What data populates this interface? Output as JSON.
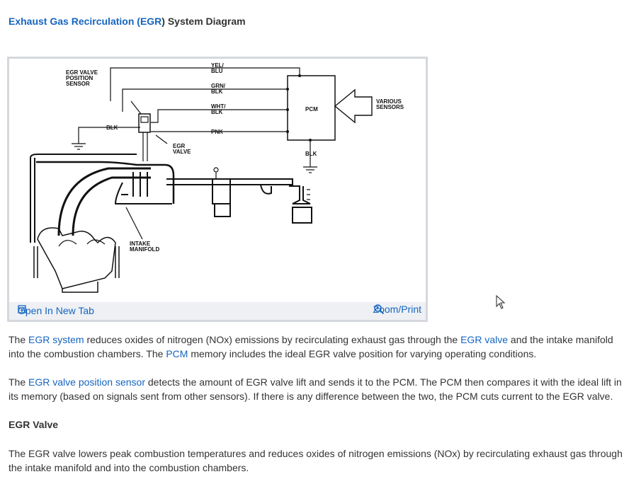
{
  "title": {
    "part1": "Exhaust Gas Recirculation (",
    "part2": "EGR",
    "part3": ") System Diagram"
  },
  "diagram": {
    "labels": {
      "egr_pos_1": "EGR VALVE",
      "egr_pos_2": "POSITION",
      "egr_pos_3": "SENSOR",
      "yel_1": "YEL/",
      "yel_2": "BLU",
      "grn_1": "GRN/",
      "grn_2": "BLK",
      "wht_1": "WHT/",
      "wht_2": "BLK",
      "pnk": "PNK",
      "blk_left": "BLK",
      "pcm": "PCM",
      "various_1": "VARIOUS",
      "various_2": "SENSORS",
      "blk_pcm": "BLK",
      "egr_valve_1": "EGR",
      "egr_valve_2": "VALVE",
      "intake_1": "INTAKE",
      "intake_2": "MANIFOLD"
    },
    "open_new_tab": "Open In New Tab",
    "zoom_print": "Zoom/Print"
  },
  "para1": {
    "t1": "The ",
    "l1": "EGR system",
    "t2": " reduces oxides of nitrogen (NOx) emissions by recirculating exhaust gas through the ",
    "l2": "EGR valve",
    "t3": " and the intake manifold into the combustion chambers. The ",
    "l3": "PCM",
    "t4": " memory includes the ideal EGR valve position for varying operating conditions."
  },
  "para2": {
    "t1": "The ",
    "l1": "EGR valve position sensor",
    "t2": " detects the amount of EGR valve lift and sends it to the PCM. The PCM then compares it with the ideal lift in its memory (based on signals sent from other sensors). If there is any difference between the two, the PCM cuts current to the EGR valve."
  },
  "subheading": "EGR Valve",
  "para3": "The EGR valve lowers peak combustion temperatures and reduces oxides of nitrogen emissions (NOx) by recirculating exhaust gas through the intake manifold and into the combustion chambers."
}
